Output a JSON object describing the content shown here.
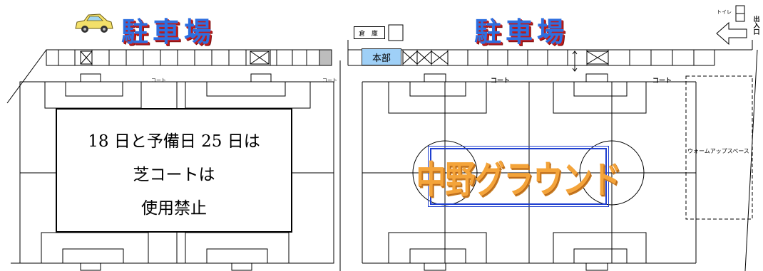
{
  "parking": {
    "left_title": "駐車場",
    "right_title": "駐車場"
  },
  "notice": {
    "line1": "18 日と予備日 25 日は",
    "line2": "芝コートは",
    "line3": "使用禁止"
  },
  "ground_name": "中野グラウンド",
  "labels": {
    "court_1": "コート",
    "court_2": "コート",
    "court_3": "コート",
    "court_4": "コート",
    "headquarters": "本部",
    "storage": "倉 庫",
    "toilet": "トイレ",
    "exit": "出入口",
    "warmup_space": "ウォームアップスペース"
  },
  "colors": {
    "title_blue": "#2d6fe0",
    "title_shadow": "#c21a1a",
    "ground_label": "#f4a43a",
    "ground_border": "#1f3fd0",
    "headquarters_fill": "#9fd0f7"
  },
  "icons": [
    "car-icon",
    "arrow-left-icon"
  ]
}
